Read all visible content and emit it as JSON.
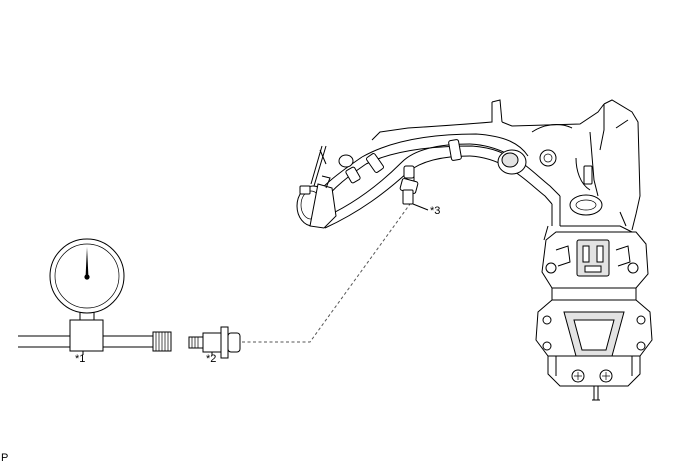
{
  "labels": {
    "gauge": "*1",
    "adapter": "*2",
    "port": "*3",
    "corner": "P"
  }
}
